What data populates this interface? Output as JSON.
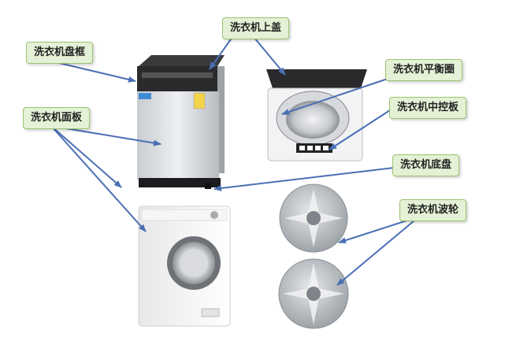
{
  "labels": {
    "frame": "洗衣机盘框",
    "panel": "洗衣机面板",
    "top_lid": "洗衣机上盖",
    "balance_ring": "洗衣机平衡圈",
    "control_panel": "洗衣机中控板",
    "base": "洗衣机底盘",
    "pulsator": "洗衣机波轮"
  },
  "colors": {
    "label_fill": "#e4f1d6",
    "label_border": "#9cc26f",
    "arrow": "#4a6fb5"
  }
}
